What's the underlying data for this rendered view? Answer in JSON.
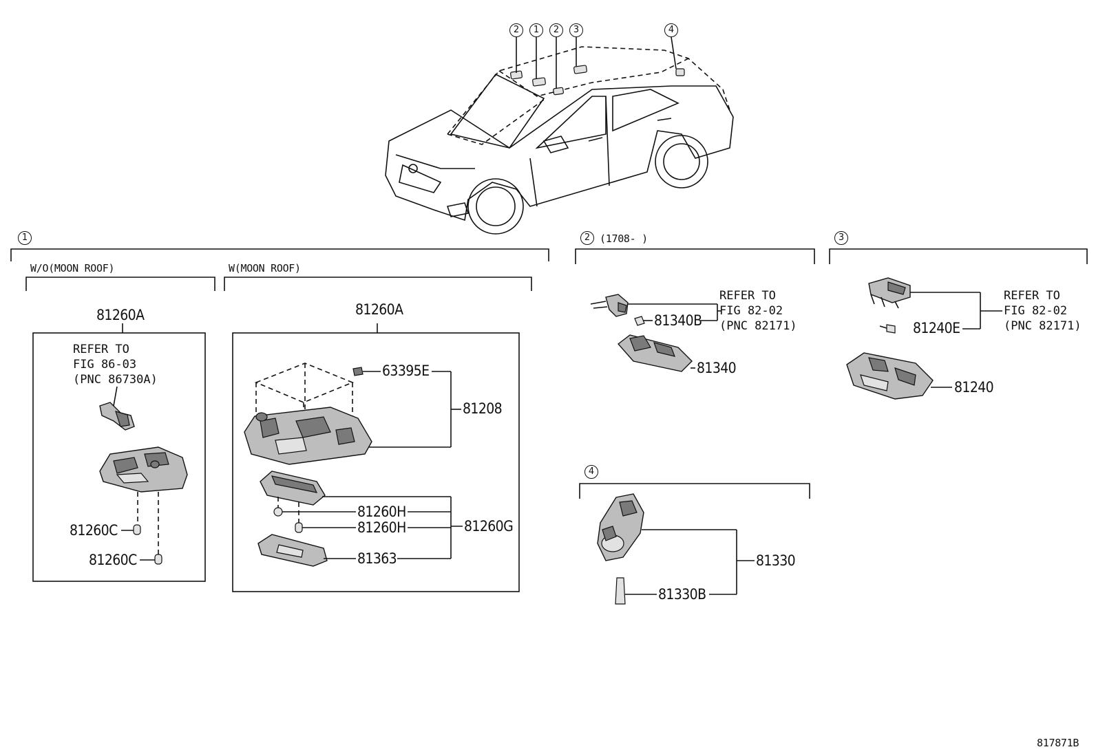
{
  "callouts_top": [
    "2",
    "1",
    "2",
    "3",
    "4"
  ],
  "sections": {
    "s1": {
      "num": "1",
      "sub_a": "W/O(MOON ROOF)",
      "sub_b": "W(MOON ROOF)"
    },
    "s2": {
      "num": "2",
      "date": "(1708-      )"
    },
    "s3": {
      "num": "3"
    },
    "s4": {
      "num": "4"
    }
  },
  "parts": {
    "p81260A_left": "81260A",
    "p81260A_right": "81260A",
    "p81260C_1": "81260C",
    "p81260C_2": "81260C",
    "p63395E": "63395E",
    "p81208": "81208",
    "p81260H_1": "81260H",
    "p81260H_2": "81260H",
    "p81260G": "81260G",
    "p81363": "81363",
    "p81340B": "81340B",
    "p81340": "81340",
    "p81240E": "81240E",
    "p81240": "81240",
    "p81330": "81330",
    "p81330B": "81330B"
  },
  "notes": {
    "n_left": "REFER TO\nFIG 86-03\n(PNC 86730A)",
    "n_s2": "REFER TO\nFIG 82-02\n(PNC 82171)",
    "n_s3": "REFER TO\nFIG 82-02\n(PNC 82171)"
  },
  "figure_id": "817871B"
}
